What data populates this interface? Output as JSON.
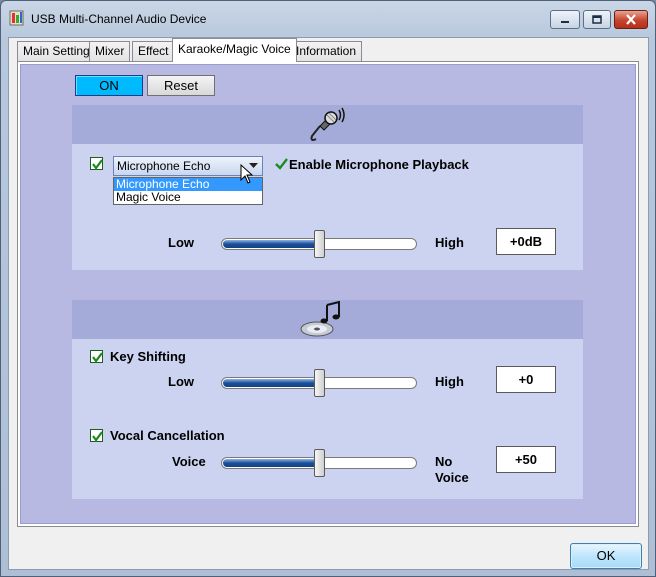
{
  "window": {
    "title": "USB Multi-Channel Audio Device"
  },
  "tabs": [
    {
      "label": "Main Setting",
      "active": false
    },
    {
      "label": "Mixer",
      "active": false
    },
    {
      "label": "Effect",
      "active": false
    },
    {
      "label": "Karaoke/Magic Voice",
      "active": true
    },
    {
      "label": "Information",
      "active": false
    }
  ],
  "toolbar": {
    "on_label": "ON",
    "reset_label": "Reset"
  },
  "microphone_group": {
    "header_icon": "microphone-icon",
    "enabled": true,
    "combo_value": "Microphone Echo",
    "options": [
      "Microphone Echo",
      "Magic Voice"
    ],
    "selected_option": "Microphone Echo",
    "playback_label": "Enable Microphone Playback",
    "playback_enabled": true,
    "slider": {
      "low_label": "Low",
      "high_label": "High",
      "level": 0.5,
      "value": "+0dB"
    }
  },
  "music_group": {
    "header_icon": "music-cd-icon",
    "key_shifting": {
      "label": "Key Shifting",
      "checked": true,
      "low_label": "Low",
      "high_label": "High",
      "level": 0.5,
      "value": "+0"
    },
    "vocal_cancellation": {
      "label": "Vocal Cancellation",
      "checked": true,
      "low_label": "Voice",
      "high_label_line1": "No",
      "high_label_line2": "Voice",
      "level": 0.5,
      "value": "+50"
    }
  },
  "footer": {
    "ok_label": "OK"
  },
  "colors": {
    "on_button": "#00baff",
    "panel_background": "#b7b9e3",
    "group_background": "#ccd3f1",
    "group_header": "#a5abd9",
    "checkmark": "#1c8a1c"
  }
}
